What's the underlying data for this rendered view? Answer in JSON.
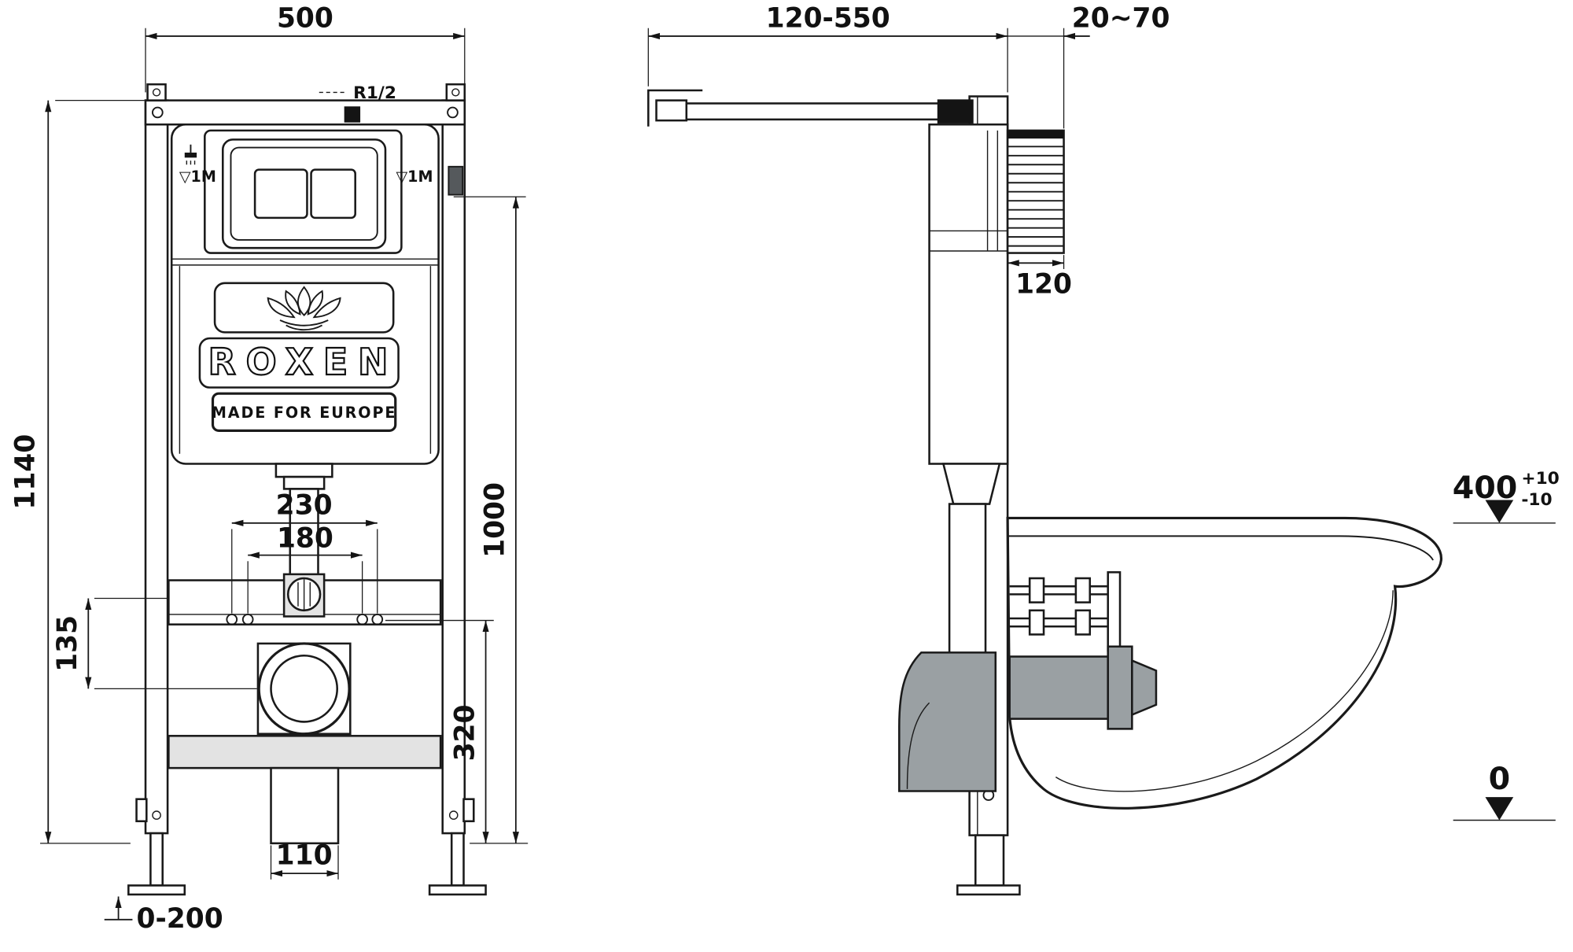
{
  "front_view": {
    "brand": "ROXEN",
    "tagline": "MADE FOR EUROPE",
    "labels": {
      "inlet": "R1/2",
      "water_level_left": "▽1M",
      "water_level_right": "▽1M"
    },
    "dims": {
      "width": "500",
      "total_height": "1140",
      "upper_height": "1000",
      "outer_bolt_spacing": "230",
      "inner_bolt_spacing": "180",
      "bracket_offset": "135",
      "outlet_height": "320",
      "outlet_width": "110",
      "leg_adjustment": "0-200"
    }
  },
  "side_view": {
    "dims": {
      "supply_reach": "120-550",
      "wall_finish": "20~70",
      "frame_depth": "120",
      "bowl_height": "400",
      "bowl_height_tol_plus": "+10",
      "bowl_height_tol_minus": "-10",
      "floor_datum": "0"
    }
  },
  "colors": {
    "line": "#1a1a1a",
    "metal_gray": "#9aa0a3",
    "panel_gray": "#e3e3e3",
    "background": "#ffffff"
  }
}
